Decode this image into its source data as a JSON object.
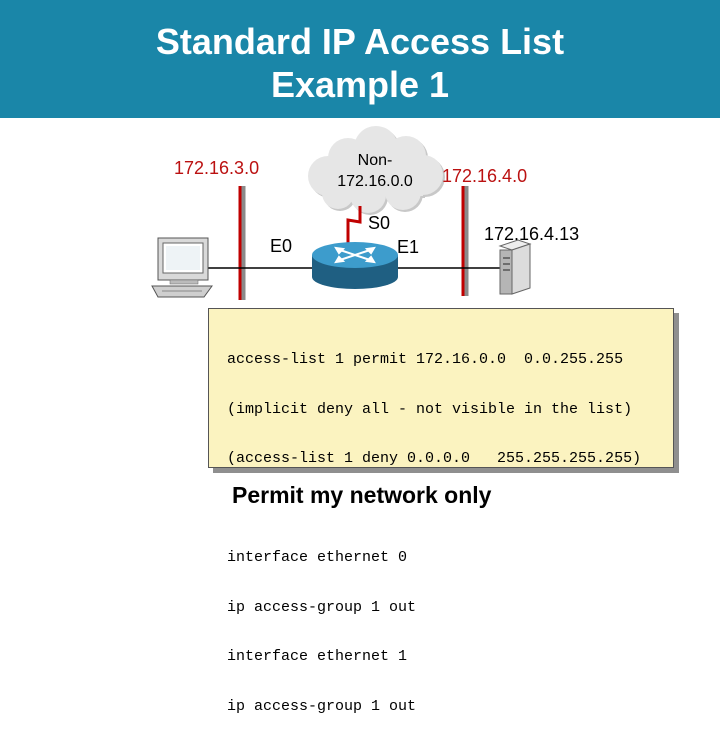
{
  "slide": {
    "title_line1": "Standard IP Access List",
    "title_line2": "Example 1"
  },
  "diagram": {
    "left_network": "172.16.3.0",
    "cloud_line1": "Non-",
    "cloud_line2": "172.16.0.0",
    "right_network": "172.16.4.0",
    "serial_interface": "S0",
    "ethernet0": "E0",
    "ethernet1": "E1",
    "host_address": "172.16.4.13"
  },
  "config": {
    "acl_lines": [
      "access-list 1 permit 172.16.0.0  0.0.255.255",
      "(implicit deny all - not visible in the list)",
      "(access-list 1 deny 0.0.0.0   255.255.255.255)"
    ],
    "interface_lines": [
      "interface ethernet 0",
      "ip access-group 1 out",
      "interface ethernet 1",
      "ip access-group 1 out"
    ]
  },
  "caption": "Permit my network only",
  "colors": {
    "header": "#1a86a8",
    "network_label": "#bb1111",
    "router": "#2f89b4",
    "config_box": "#fbf3c0"
  }
}
